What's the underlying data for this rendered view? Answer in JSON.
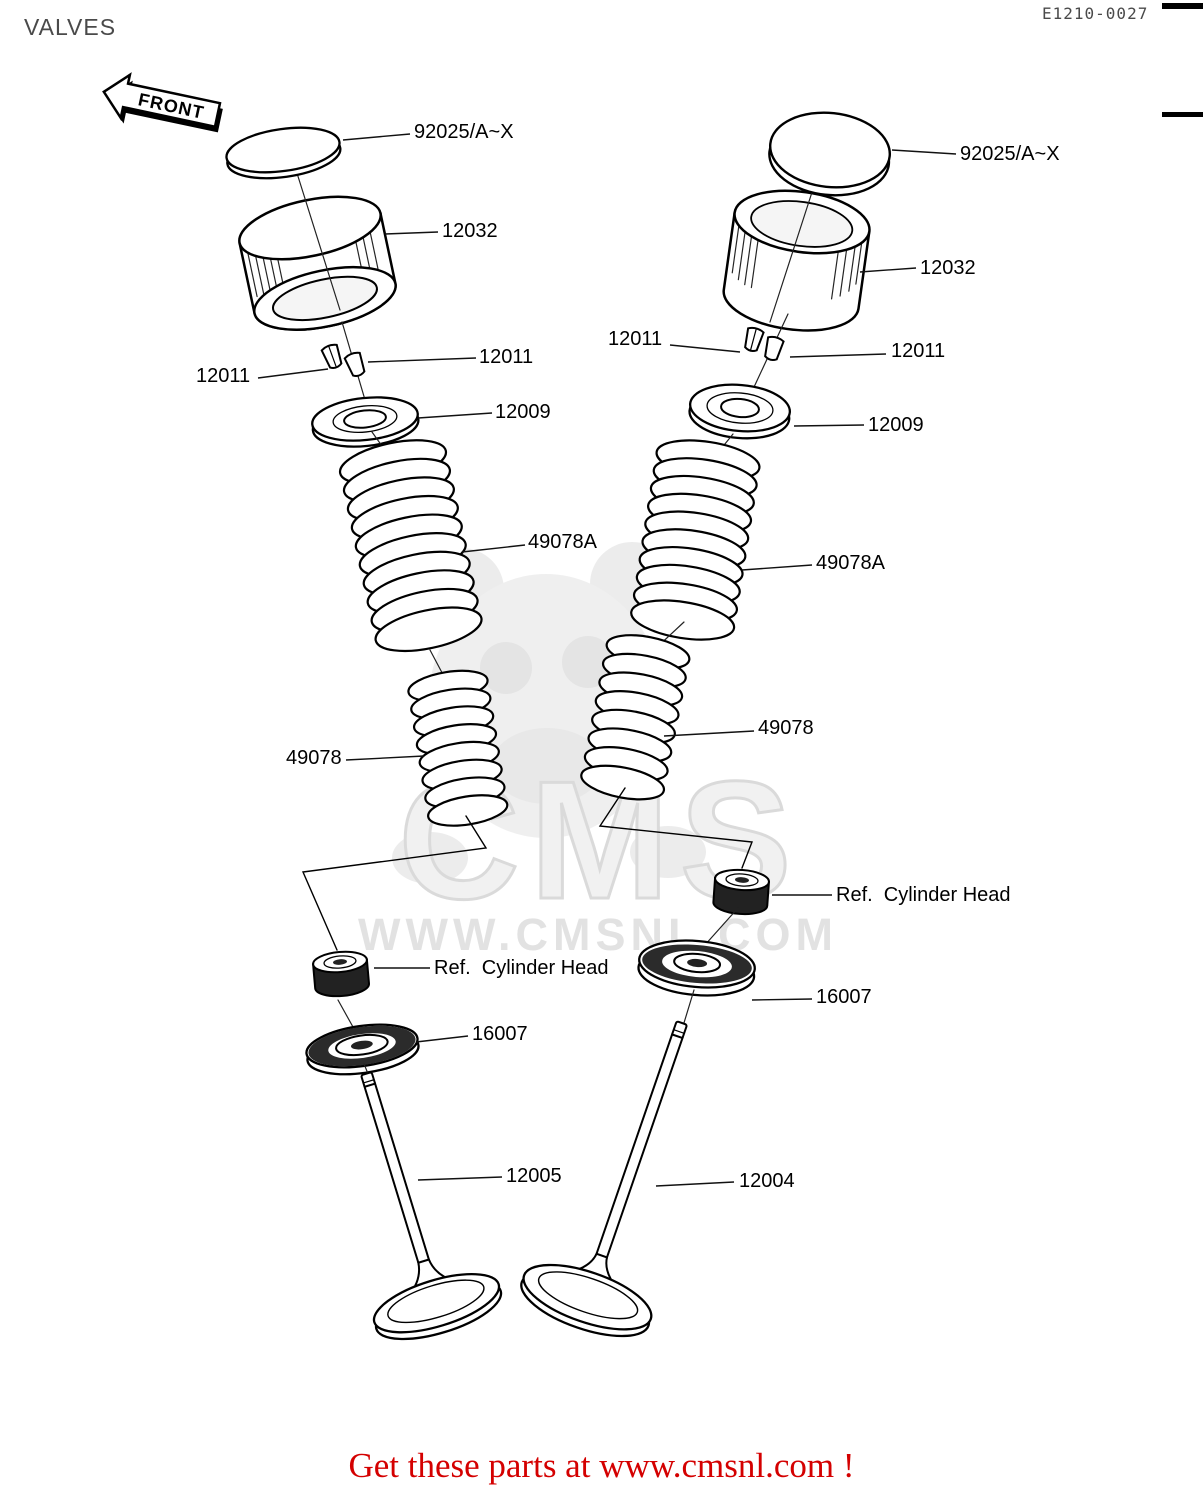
{
  "page": {
    "title": "VALVES",
    "code": "E1210-0027",
    "front_label": "FRONT",
    "footer": "Get these parts at www.cmsnl.com !"
  },
  "watermark": {
    "brand": "CMS",
    "url": "WWW.CMSNL.COM"
  },
  "assemblies": {
    "left": {
      "shim": "92025/A~X",
      "tappet": "12032",
      "keeper_left": "12011",
      "keeper_right": "12011",
      "retainer": "12009",
      "outer_spring": "49078A",
      "inner_spring": "49078",
      "seal_ref": "Ref.  Cylinder Head",
      "spring_seat": "16007",
      "valve": "12005"
    },
    "right": {
      "shim": "92025/A~X",
      "tappet": "12032",
      "keeper_left": "12011",
      "keeper_right": "12011",
      "retainer": "12009",
      "outer_spring": "49078A",
      "inner_spring": "49078",
      "seal_ref": "Ref.  Cylinder Head",
      "spring_seat": "16007",
      "valve": "12004"
    }
  }
}
